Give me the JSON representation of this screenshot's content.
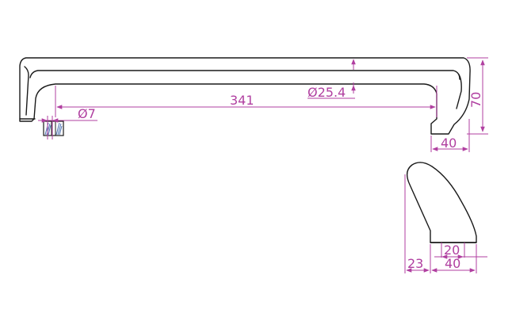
{
  "drawing": {
    "colors": {
      "outline": "#1a1a1a",
      "dimension": "#b03fa0",
      "hatch": "#4a6fb0",
      "background": "#ffffff"
    },
    "dimensions": {
      "length": "341",
      "diameter": "Ø25.4",
      "hole": "Ø7",
      "height": "70",
      "foot": "40",
      "profile_depth": "40",
      "profile_offset": "23",
      "profile_tip": "20"
    }
  }
}
